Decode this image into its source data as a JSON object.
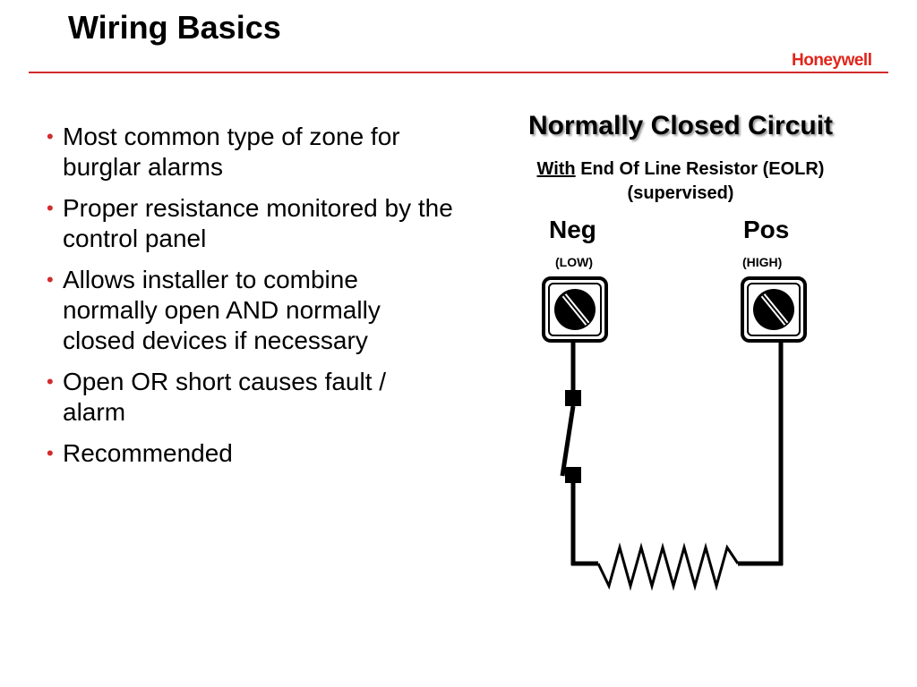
{
  "slide": {
    "title": "Wiring Basics",
    "brand": "Honeywell",
    "brand_color": "#e1251b",
    "accent_color": "#d22b2b"
  },
  "bullets": [
    "Most common type of zone for burglar alarms",
    "Proper resistance monitored by the control panel",
    "Allows installer to combine normally open AND normally closed devices if necessary",
    "Open OR short causes fault / alarm",
    "Recommended"
  ],
  "diagram": {
    "title": "Normally Closed Circuit",
    "subtitle_emph": "With",
    "subtitle_rest": "End Of Line Resistor  (EOLR)",
    "subtitle_line2": "(supervised)",
    "neg_label": "Neg",
    "neg_sub": "(LOW)",
    "pos_label": "Pos",
    "pos_sub": "(HIGH)",
    "components": [
      "terminal-screw",
      "terminal-screw",
      "switch-contacts",
      "resistor"
    ]
  }
}
